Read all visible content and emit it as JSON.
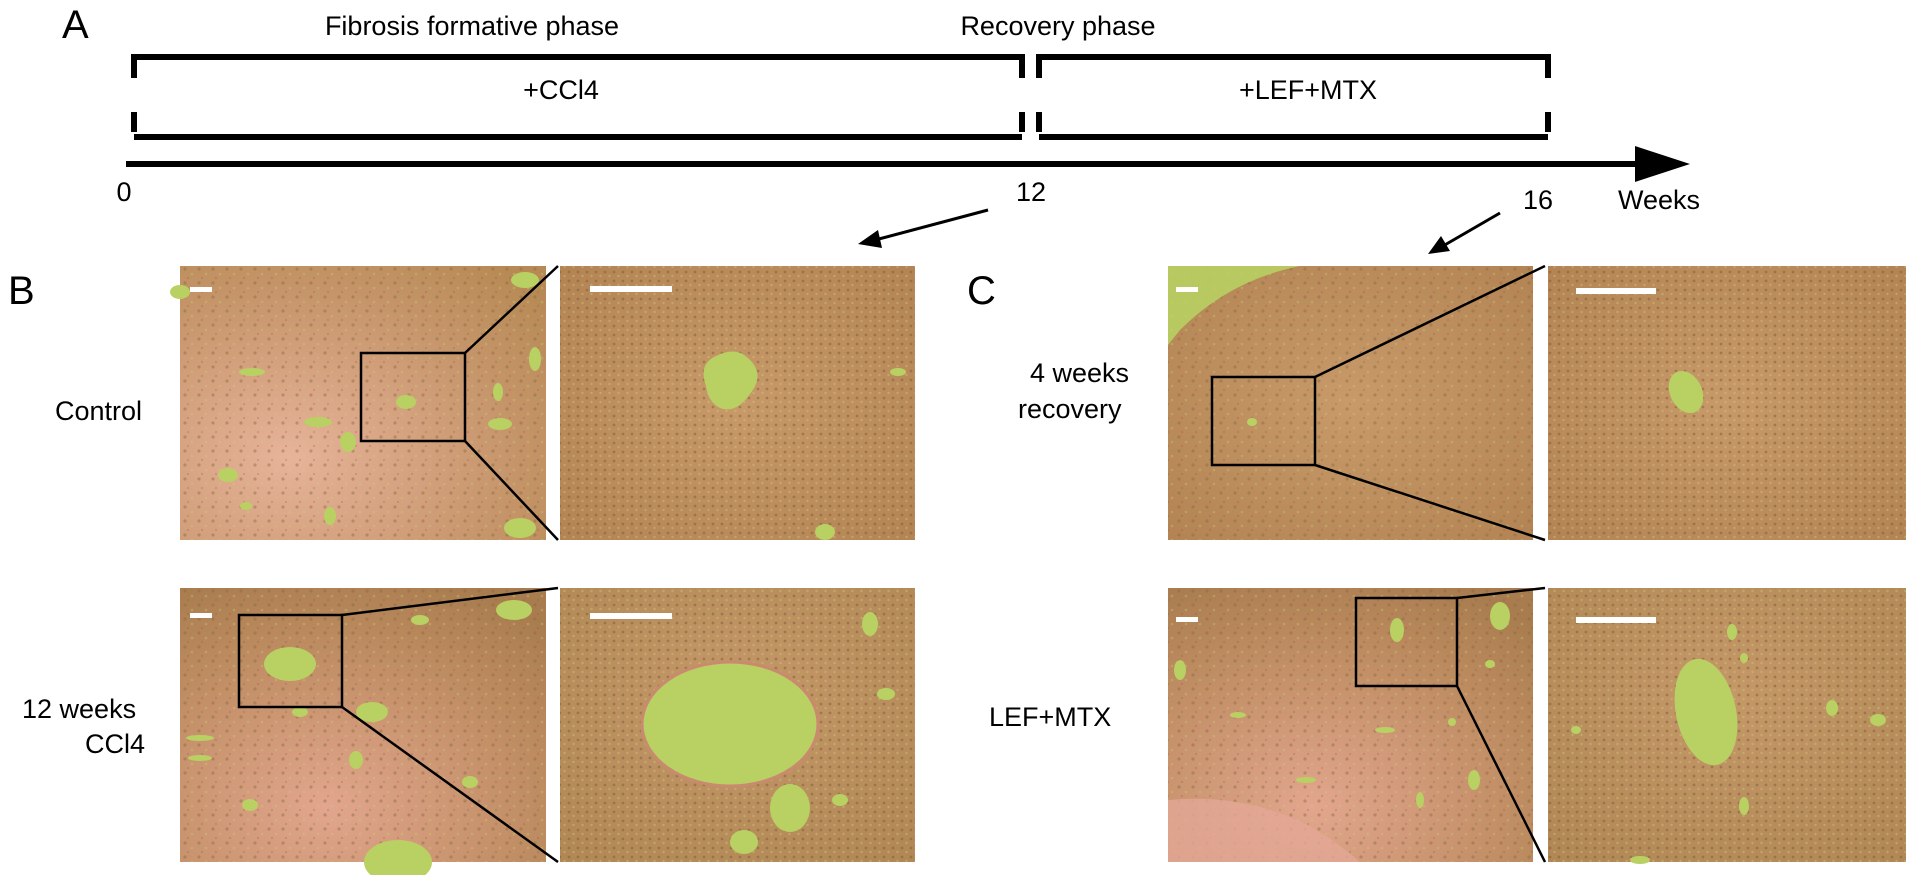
{
  "panel_labels": {
    "a": "A",
    "b": "B",
    "c": "C"
  },
  "timeline": {
    "phases": [
      {
        "title": "Fibrosis formative phase",
        "treatment": "+CCl4"
      },
      {
        "title": "Recovery phase",
        "treatment": "+LEF+MTX"
      }
    ],
    "ticks": [
      "0",
      "12",
      "16"
    ],
    "axis_label": "Weeks"
  },
  "panel_b": {
    "rows": [
      {
        "label_lines": [
          "Control"
        ]
      },
      {
        "label_lines": [
          "12 weeks",
          "CCl4"
        ]
      }
    ]
  },
  "panel_c": {
    "rows": [
      {
        "label_lines": [
          "4 weeks",
          "recovery"
        ]
      },
      {
        "label_lines": [
          "LEF+MTX"
        ]
      }
    ]
  },
  "colors": {
    "tissue_base": "#b98a5c",
    "tissue_pink": "#d9a38c",
    "vessel": "#b8cf5e",
    "line": "#000000",
    "scale_bar": "#ffffff"
  }
}
